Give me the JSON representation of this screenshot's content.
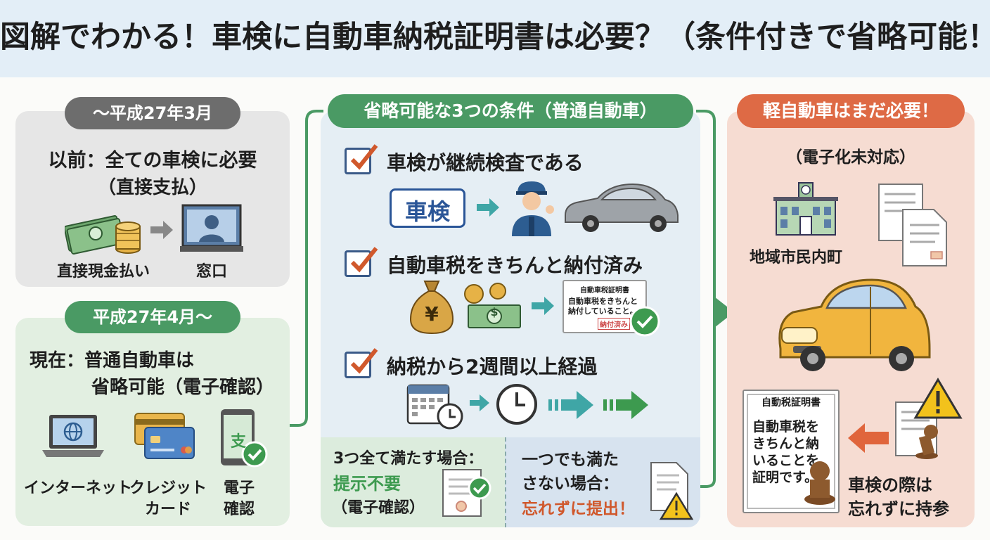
{
  "title": "図解でわかる！車検に自動車納税証明書は必要？（条件付きで省略可能！）",
  "left": {
    "before": {
      "period": "～平成27年3月",
      "line1": "以前：全ての車検に必要",
      "line2": "（直接支払）",
      "item1": "直接現金払い",
      "item2": "窓口"
    },
    "after": {
      "period": "平成27年4月～",
      "line1": "現在：普通自動車は",
      "line2": "省略可能（電子確認）",
      "item1": "インターネット",
      "item2a": "クレジット",
      "item2b": "カード",
      "item3a": "電子",
      "item3b": "確認",
      "app_glyph": "支"
    }
  },
  "middle": {
    "header": "省略可能な3つの条件（普通自動車）",
    "cond1": "車検が継続検査である",
    "cond1_badge": "車検",
    "cond2": "自動車税をきちんと納付済み",
    "yen": "¥",
    "dollar": "$",
    "cert_title": "自動車税証明書",
    "cert_line1": "自動車税をきちんと",
    "cert_line2": "納付していること。",
    "cert_stamp": "納付済み",
    "cond3": "納税から2週間以上経過",
    "all_met_1": "3つ全て満たす場合：",
    "all_met_2": "提示不要",
    "all_met_3": "（電子確認）",
    "not_met_1": "一つでも満た",
    "not_met_2": "さない場合：",
    "not_met_3": "忘れずに提出！"
  },
  "right": {
    "header": "軽自動車はまだ必要！",
    "sub": "（電子化未対応）",
    "office": "地域市民内町",
    "cert_title": "自動税証明書",
    "cert_line1": "自動車税を",
    "cert_line2": "きちんと納",
    "cert_line3": "いることを",
    "cert_line4": "証明です。",
    "note1": "車検の際は",
    "note2": "忘れずに持参"
  },
  "colors": {
    "green": "#4a9a64",
    "gray_pill": "#6d6d6d",
    "orange": "#de6a45",
    "accent_orange": "#d0582c",
    "accent_green": "#3d9a4f"
  }
}
